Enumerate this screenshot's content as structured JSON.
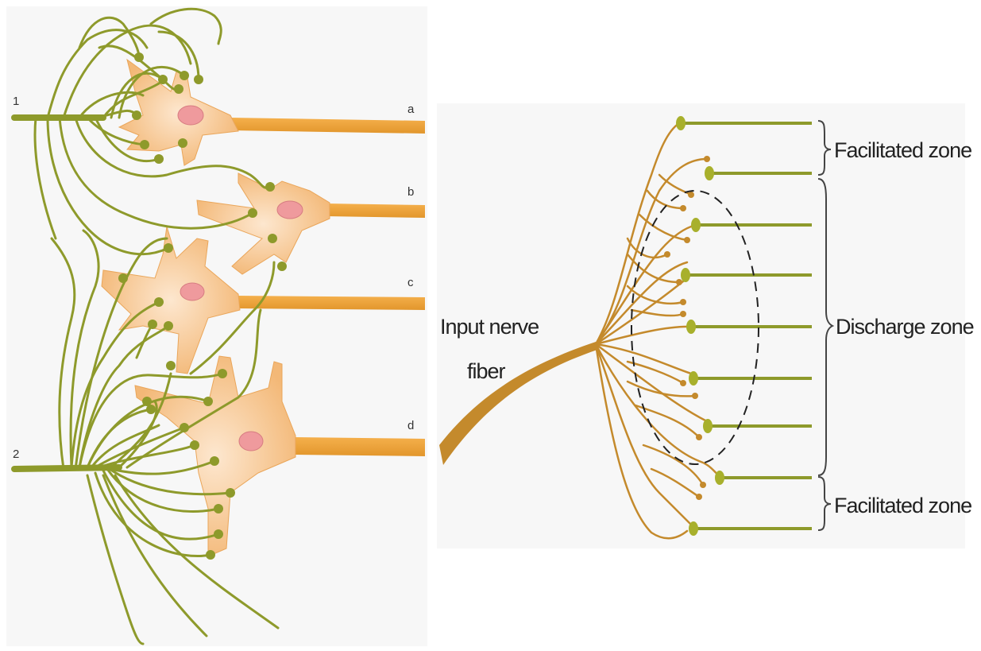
{
  "left_panel": {
    "input_labels": [
      "1",
      "2"
    ],
    "output_labels": [
      "a",
      "b",
      "c",
      "d"
    ]
  },
  "right_panel": {
    "input_label_lines": [
      "Input nerve",
      "fiber"
    ],
    "zones": [
      "Facilitated zone",
      "Discharge zone",
      "Facilitated zone"
    ]
  },
  "colors": {
    "fiber_green": "#8e9a2b",
    "axon_orange": "#e9a23b",
    "soma_fill": "#f6c78d",
    "nucleus": "#ef9a9d",
    "branch_brown": "#c48a2c",
    "terminal": "#a8b02c",
    "panel_bg": "#f7f7f7"
  }
}
